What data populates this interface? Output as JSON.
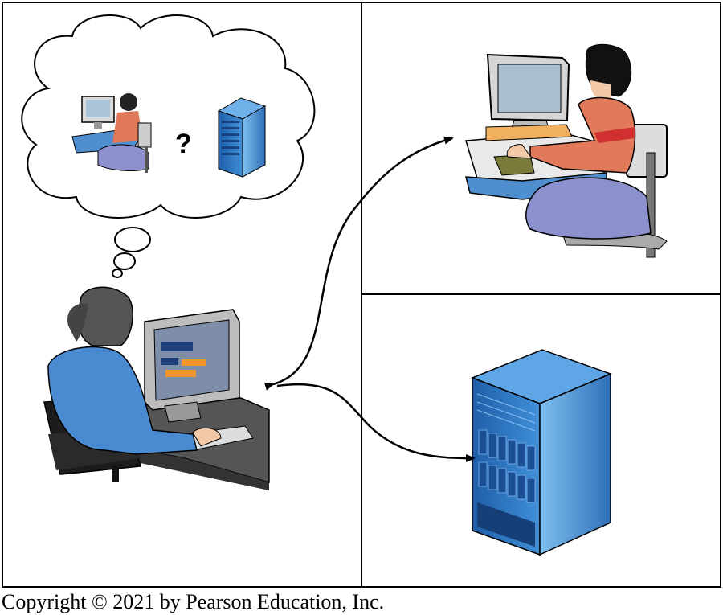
{
  "figure": {
    "thought_bubble": {
      "symbol": "?"
    },
    "panels": [
      "user-workstation",
      "human-responder",
      "computer-server"
    ],
    "icons": [
      "thinking-user",
      "human-responder",
      "server-rack",
      "interrogator-workstation"
    ],
    "colors": {
      "server_blue": "#2f7fc8",
      "server_dark": "#1f4f8a",
      "shirt_blue": "#4a8ad0",
      "shirt_red": "#e07a5a",
      "skirt_purple": "#8c90cc",
      "desk_blue": "#4f8fcf",
      "screen_orange": "#f0962a"
    }
  },
  "copyright": "Copyright © 2021 by Pearson Education, Inc."
}
